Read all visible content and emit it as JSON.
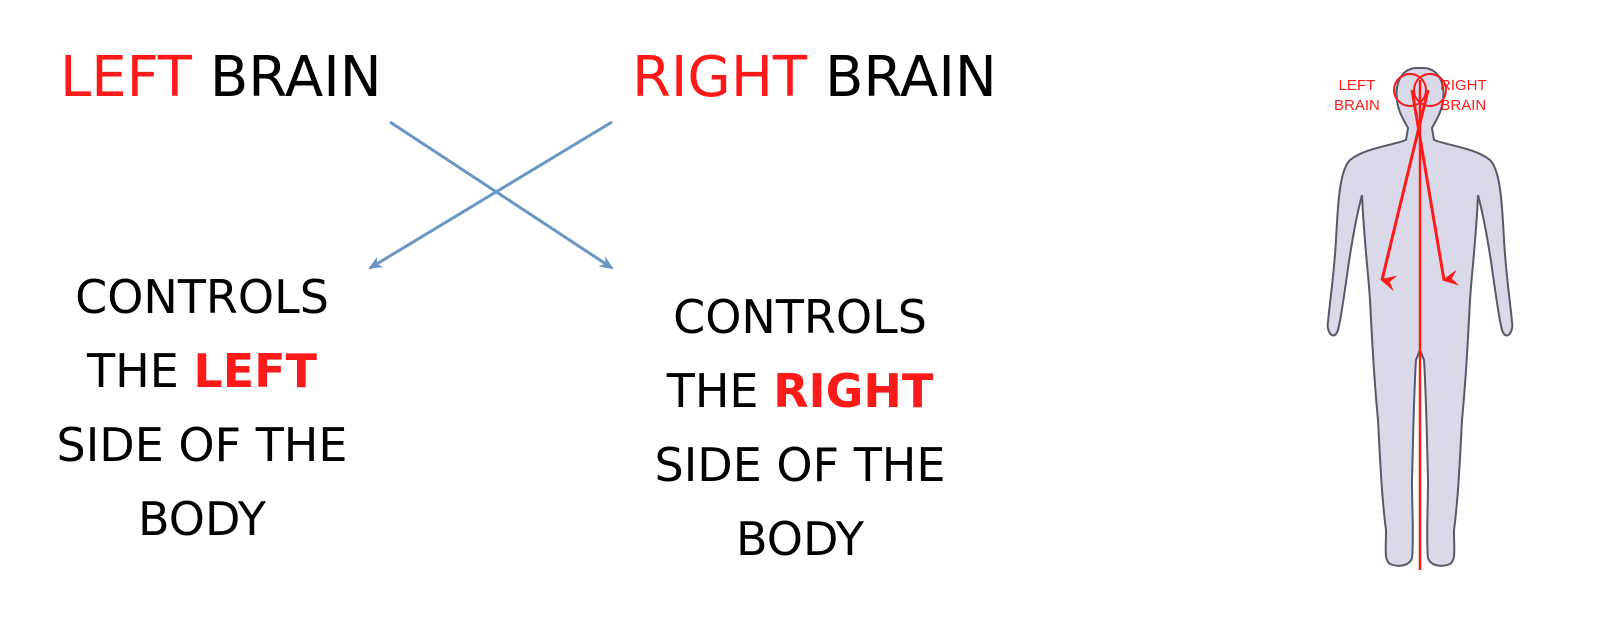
{
  "left_heading": {
    "highlight": "LEFT",
    "rest": "BRAIN"
  },
  "right_heading": {
    "highlight": "RIGHT",
    "rest": "BRAIN"
  },
  "left_block": {
    "line1": "CONTROLS",
    "line2_prefix": "THE",
    "line2_highlight": "LEFT",
    "line3": "SIDE OF THE",
    "line4": "BODY"
  },
  "right_block": {
    "line1": "CONTROLS",
    "line2_prefix": "THE",
    "line2_highlight": "RIGHT",
    "line3": "SIDE OF THE",
    "line4": "BODY"
  },
  "figure_labels": {
    "left_line1": "LEFT",
    "left_line2": "BRAIN",
    "right_line1": "RIGHT",
    "right_line2": "BRAIN"
  },
  "colors": {
    "highlight": "#ff1a1a",
    "arrow": "#6a96c4",
    "body_fill": "#d9d9ea",
    "body_stroke": "#555a66"
  }
}
